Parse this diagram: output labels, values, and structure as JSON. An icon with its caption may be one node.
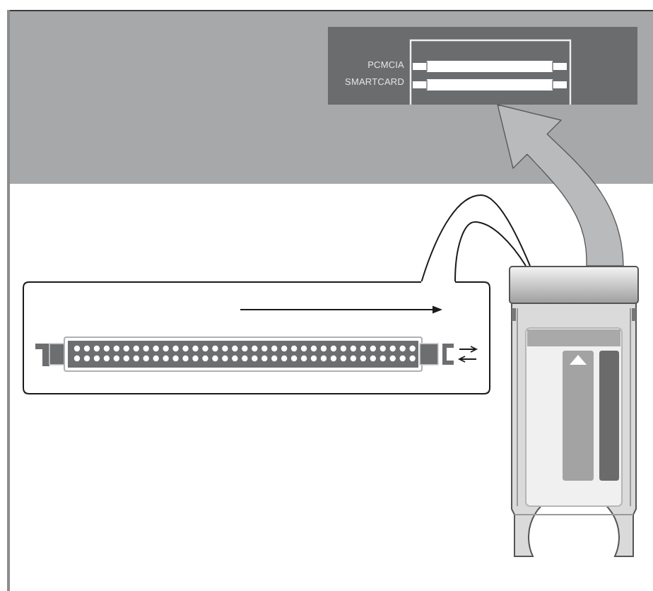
{
  "diagram": {
    "nodes": [
      {
        "text": [
          "PCMCIA",
          "SMARTCARD"
        ]
      },
      {
        "text": [],
        "shape": "picture"
      },
      {
        "text": [],
        "shape": "box"
      }
    ],
    "edges": [
      {
        "from": 1,
        "to": 0,
        "arrow": "to",
        "style": "thick",
        "color": "#b9babc"
      },
      {
        "from": 2,
        "to": 1,
        "arrow": "none",
        "color": "#1a1a1a"
      }
    ]
  }
}
